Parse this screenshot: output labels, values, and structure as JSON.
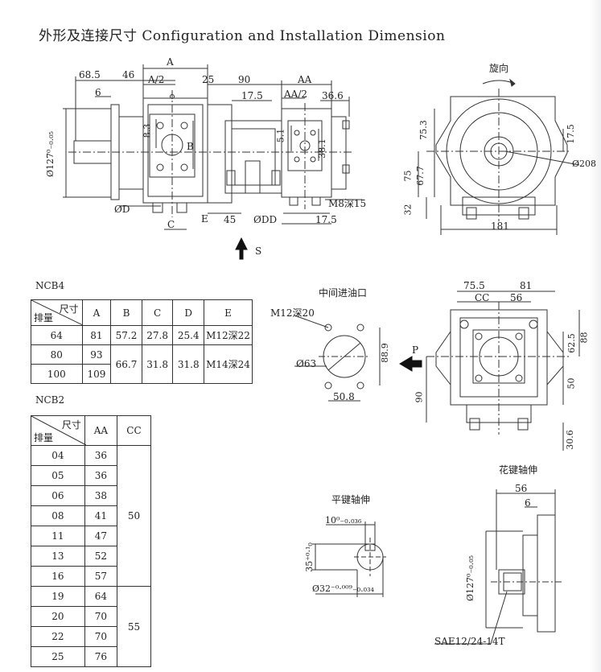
{
  "title": "外形及连接尺寸 Configuration and Installation Dimension",
  "main_view": {
    "dims": {
      "A": "A",
      "d68_5": "68.5",
      "d46": "46",
      "A_half": "A/2",
      "d25": "25",
      "d90": "90",
      "AA": "AA",
      "AA_half": "AA/2",
      "d17_5": "17.5",
      "d36_6": "36.6",
      "d6": "6",
      "d8_3": "8.3",
      "B": "B",
      "d5_1": "5.1",
      "d38_1": "38.1",
      "shaft_dia": "Ø127⁰₋₀.₀₅",
      "OD": "ØD",
      "E": "E",
      "C": "C",
      "d45": "45",
      "ODD": "ØDD",
      "d17_5b": "17.5",
      "M8": "M8深15",
      "S": "S"
    }
  },
  "rotation_view": {
    "rot_label": "旋向",
    "d75_3": "75.3",
    "d17_5": "17.5",
    "d75": "75",
    "d67_7": "67.7",
    "d32": "32",
    "d181": "181",
    "dia208": "Ø208"
  },
  "ncb4": {
    "label": "NCB4",
    "hdr_top": "尺寸",
    "hdr_bottom": "排量",
    "columns": [
      "A",
      "B",
      "C",
      "D",
      "E"
    ],
    "rows": [
      [
        "64",
        "81",
        "57.2",
        "27.8",
        "25.4",
        "M12深22"
      ],
      [
        "80",
        "93",
        "66.7",
        "31.8",
        "31.8",
        "M14深24"
      ],
      [
        "100",
        "109"
      ]
    ]
  },
  "ncb2": {
    "label": "NCB2",
    "hdr_top": "尺寸",
    "hdr_bottom": "排量",
    "columns": [
      "AA",
      "CC"
    ],
    "rows": [
      [
        "04",
        "36"
      ],
      [
        "05",
        "36"
      ],
      [
        "06",
        "38"
      ],
      [
        "08",
        "41"
      ],
      [
        "11",
        "47"
      ],
      [
        "13",
        "52"
      ],
      [
        "16",
        "57"
      ],
      [
        "19",
        "64"
      ],
      [
        "20",
        "70"
      ],
      [
        "22",
        "70"
      ],
      [
        "25",
        "76"
      ]
    ],
    "cc_groups": [
      "50",
      "55"
    ]
  },
  "inlet_view": {
    "title": "中间进油口",
    "M12": "M12深20",
    "d63": "Ø63",
    "d88_9": "88.9",
    "d50_8": "50.8"
  },
  "front_view": {
    "d75_5": "75.5",
    "d81": "81",
    "CC": "CC",
    "d56": "56",
    "P": "P",
    "d62_5": "62.5",
    "d88": "88",
    "d50": "50",
    "d90": "90",
    "d30_6": "30.6"
  },
  "flat_key": {
    "title": "平键轴伸",
    "d10": "10⁰₋₀.₀₃₆",
    "d35": "35⁺⁰·¹₀",
    "d32": "Ø32⁻⁰·⁰⁰⁹₋₀.₀₃₄"
  },
  "spline": {
    "title": "花键轴伸",
    "d56": "56",
    "d6": "6",
    "d127": "Ø127⁰₋₀.₀₅",
    "sae": "SAE12/24-14T"
  }
}
